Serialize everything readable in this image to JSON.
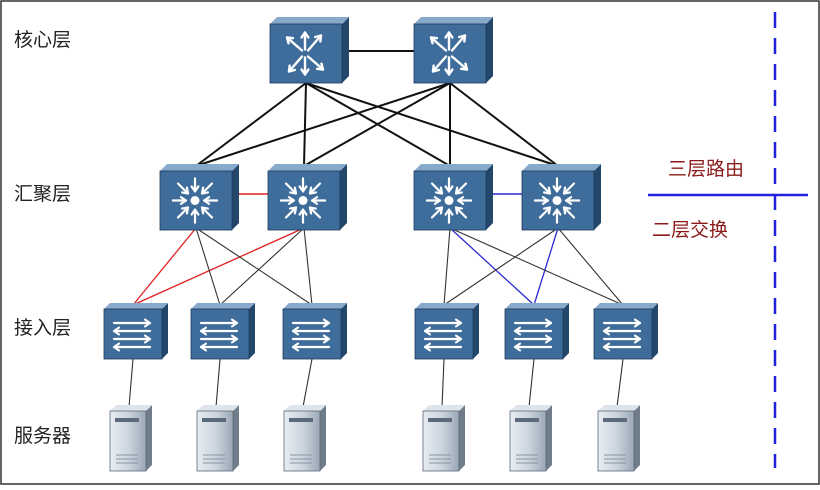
{
  "layers": {
    "core": "核心层",
    "aggregation": "汇聚层",
    "access": "接入层",
    "server": "服务器"
  },
  "side": {
    "upper": "三层路由",
    "lower": "二层交换"
  },
  "colors": {
    "device_fill": "#3f6d9b",
    "device_top": "#86a9cc",
    "device_side": "#23466b",
    "link_black": "#111111",
    "link_red": "#e02020",
    "link_blue": "#2a2ad0",
    "link_gray": "#333333",
    "divider": "#2222dd",
    "label_red": "#8b1a1a"
  },
  "icons": {
    "core": "router-icon",
    "aggregation": "layer3-switch-icon",
    "access": "switch-icon",
    "server": "server-icon"
  }
}
